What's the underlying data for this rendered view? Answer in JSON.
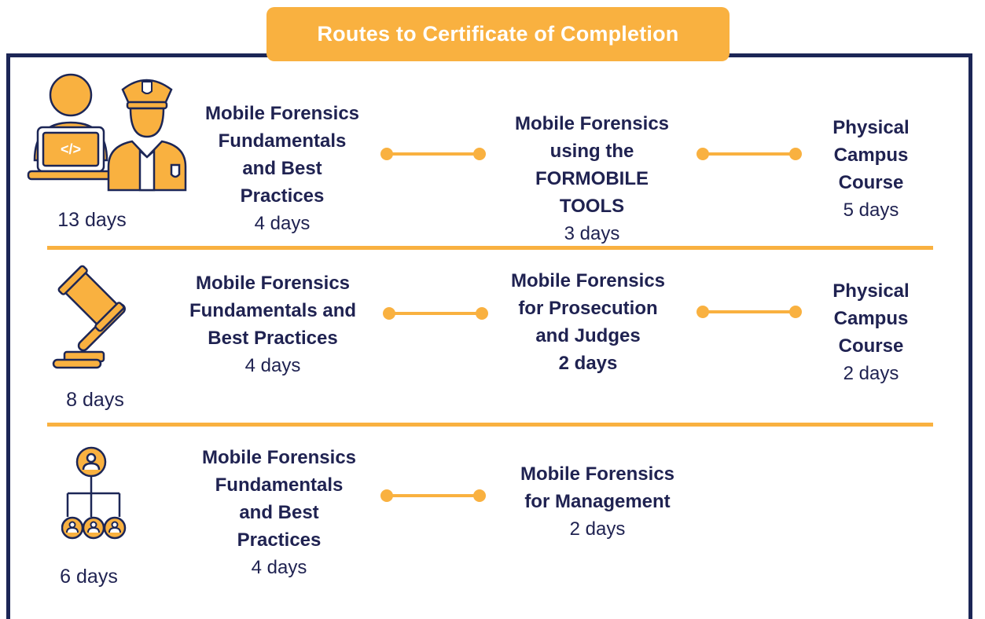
{
  "title": "Routes to Certificate of Completion",
  "colors": {
    "accent": "#f9b140",
    "navy": "#1c2656",
    "text": "#1f2251"
  },
  "routes": [
    {
      "icon": "developer-and-police-officer-icon",
      "total": "13 days",
      "steps": [
        {
          "name": "Mobile Forensics\nFundamentals\nand Best\nPractices",
          "duration": "4 days"
        },
        {
          "name": "Mobile Forensics\nusing the\nFORMOBILE\nTOOLS",
          "duration": "3 days"
        },
        {
          "name": "Physical\nCampus\nCourse",
          "duration": "5 days"
        }
      ]
    },
    {
      "icon": "judge-gavel-icon",
      "total": "8 days",
      "steps": [
        {
          "name": "Mobile Forensics\nFundamentals and\nBest Practices",
          "duration": "4 days"
        },
        {
          "name": "Mobile Forensics\nfor Prosecution\nand Judges",
          "duration": "2 days"
        },
        {
          "name": "Physical\nCampus\nCourse",
          "duration": "2 days"
        }
      ]
    },
    {
      "icon": "management-hierarchy-icon",
      "total": "6 days",
      "steps": [
        {
          "name": "Mobile Forensics\nFundamentals\nand Best\nPractices",
          "duration": "4 days"
        },
        {
          "name": "Mobile Forensics\nfor Management",
          "duration": "2 days"
        }
      ]
    }
  ]
}
